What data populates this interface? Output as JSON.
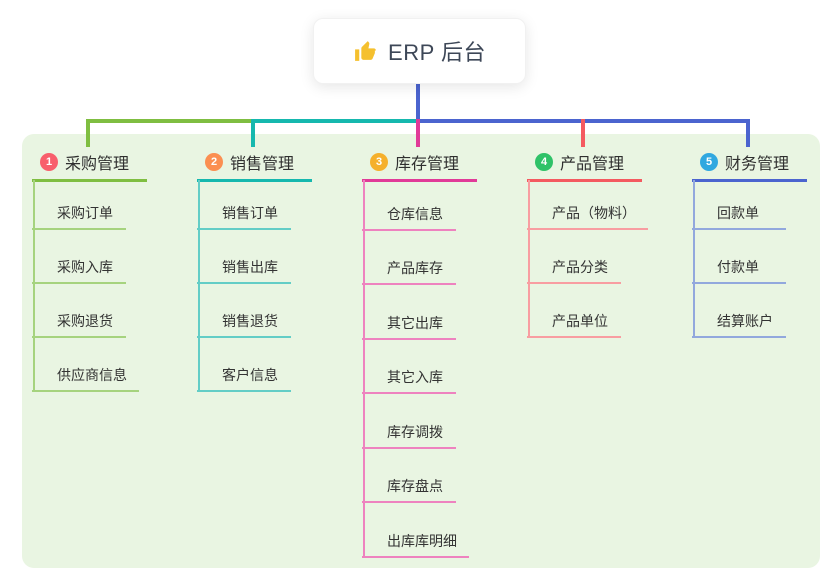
{
  "root": {
    "icon": "thumbs-up",
    "title": "ERP 后台"
  },
  "colors": {
    "panel_bg": "#e9f5e2",
    "stem_blue": "#4b64cf",
    "thumb_yellow": "#f5c02e"
  },
  "branches": [
    {
      "num": "1",
      "label": "采购管理",
      "badge_color": "#f85f6c",
      "line_color": "#7fbe41",
      "sub_line_color": "#a6d37e",
      "children": [
        "采购订单",
        "采购入库",
        "采购退货",
        "供应商信息"
      ]
    },
    {
      "num": "2",
      "label": "销售管理",
      "badge_color": "#fb8f51",
      "line_color": "#16b8ae",
      "sub_line_color": "#63cdc6",
      "children": [
        "销售订单",
        "销售出库",
        "销售退货",
        "客户信息"
      ]
    },
    {
      "num": "3",
      "label": "库存管理",
      "badge_color": "#f5b02c",
      "line_color": "#e13a98",
      "sub_line_color": "#ee82bf",
      "children": [
        "仓库信息",
        "产品库存",
        "其它出库",
        "其它入库",
        "库存调拨",
        "库存盘点",
        "出库库明细"
      ]
    },
    {
      "num": "4",
      "label": "产品管理",
      "badge_color": "#2fc268",
      "line_color": "#f45a60",
      "sub_line_color": "#f89da1",
      "children": [
        "产品（物料）",
        "产品分类",
        "产品单位"
      ]
    },
    {
      "num": "5",
      "label": "财务管理",
      "badge_color": "#30a8e0",
      "line_color": "#4b64cf",
      "sub_line_color": "#92a8dd",
      "children": [
        "回款单",
        "付款单",
        "结算账户"
      ]
    }
  ]
}
